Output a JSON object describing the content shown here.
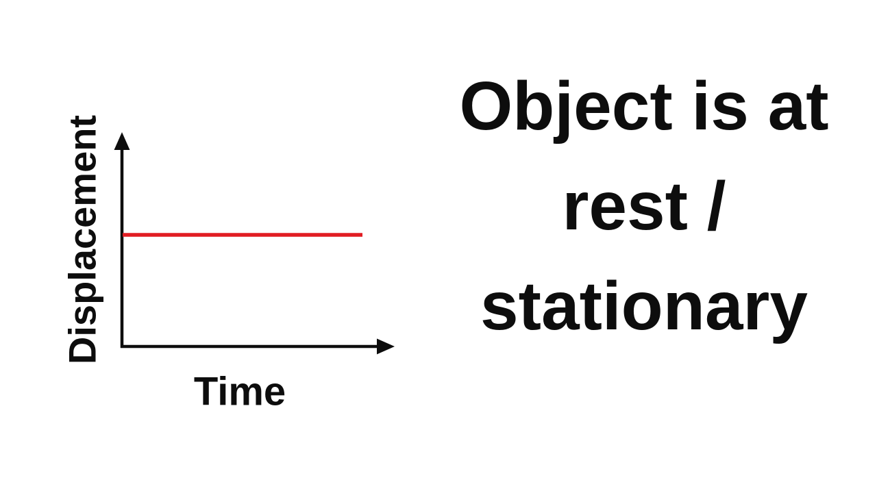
{
  "caption": {
    "lines": [
      "Object is at",
      "rest /",
      "stationary"
    ],
    "full_text": "Object is at rest / stationary"
  },
  "colors": {
    "background": "#ffffff",
    "axis": "#0d0d0d",
    "text": "#0d0d0d",
    "line_red": "#e11d23"
  },
  "chart_data": {
    "type": "line",
    "title": "",
    "xlabel": "Time",
    "ylabel": "Displacement",
    "categories": [],
    "series": [
      {
        "name": "displacement-constant",
        "color": "#e11d23",
        "x_normalized": [
          0.0,
          0.89
        ],
        "y_normalized": [
          0.52,
          0.52
        ],
        "description": "Horizontal red line: displacement stays constant as time increases (object at rest)"
      }
    ],
    "axis_style": {
      "ticks": "none",
      "tick_labels": "none",
      "grid": false,
      "arrows": [
        "up",
        "right"
      ]
    }
  }
}
